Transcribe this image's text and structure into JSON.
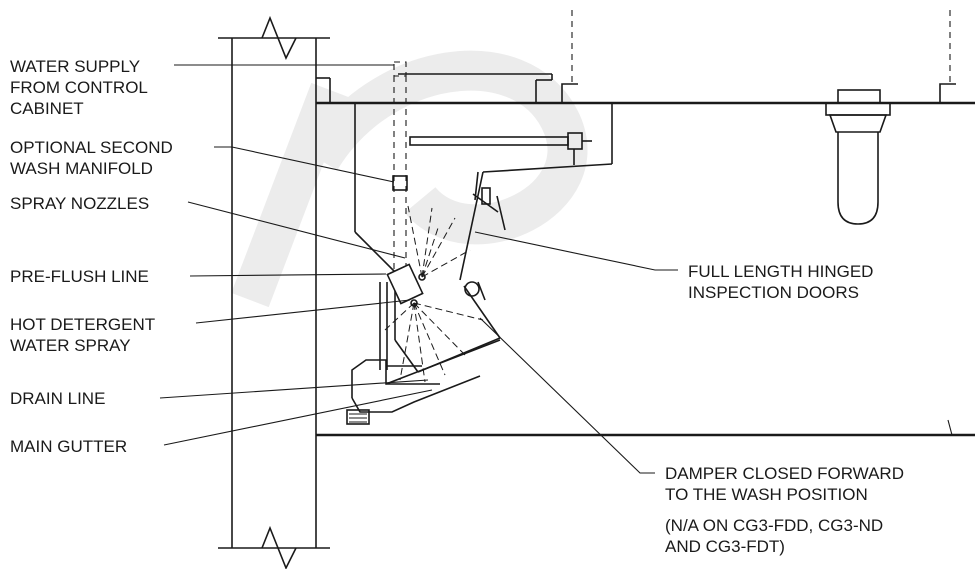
{
  "labels": {
    "water_supply": [
      "WATER SUPPLY",
      "FROM CONTROL",
      "CABINET"
    ],
    "second_manifold": [
      "OPTIONAL SECOND",
      "WASH MANIFOLD"
    ],
    "spray_nozzles": [
      "SPRAY NOZZLES"
    ],
    "pre_flush": [
      "PRE-FLUSH LINE"
    ],
    "hot_detergent": [
      "HOT DETERGENT",
      "WATER SPRAY"
    ],
    "drain_line": [
      "DRAIN LINE"
    ],
    "main_gutter": [
      "MAIN GUTTER"
    ],
    "inspection_doors": [
      "FULL LENGTH HINGED",
      "INSPECTION DOORS"
    ],
    "damper": [
      "DAMPER CLOSED FORWARD",
      "TO THE WASH POSITION"
    ],
    "damper_note": [
      "(N/A ON CG3-FDD, CG3-ND",
      " AND CG3-FDT)"
    ]
  }
}
